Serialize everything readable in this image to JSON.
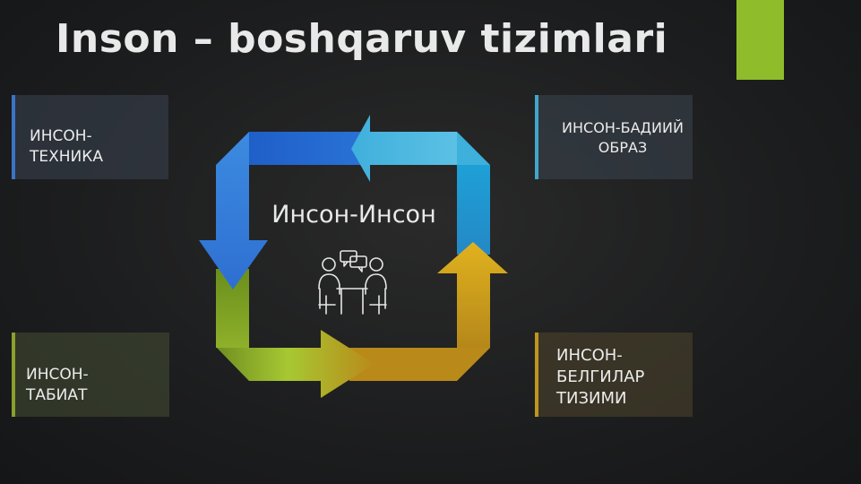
{
  "slide": {
    "title": "Inson – boshqaruv tizimlari",
    "accent_color": "#8fbc2b"
  },
  "center": {
    "label": "Инсон-Инсон",
    "icon": "two-people-conversation-icon"
  },
  "boxes": {
    "top_left": {
      "line1": "ИНСОН-",
      "line2": "ТЕХНИКА",
      "color": "#3b74c6"
    },
    "top_right": {
      "line1": "ИНСОН-БАДИИЙ",
      "line2": "ОБРАЗ",
      "color": "#41a6c8"
    },
    "bottom_left": {
      "line1": "ИНСОН-",
      "line2": "ТАБИАТ",
      "color": "#8aa02c"
    },
    "bottom_right": {
      "line1": "ИНСОН-",
      "line2": "БЕЛГИЛАР",
      "line3": "ТИЗИМИ",
      "color": "#c0951e"
    }
  },
  "cycle_colors": {
    "blue": "#2f6fd0",
    "light_blue": "#2ea3d1",
    "gold": "#c99a1c",
    "green": "#8fbc2b"
  }
}
